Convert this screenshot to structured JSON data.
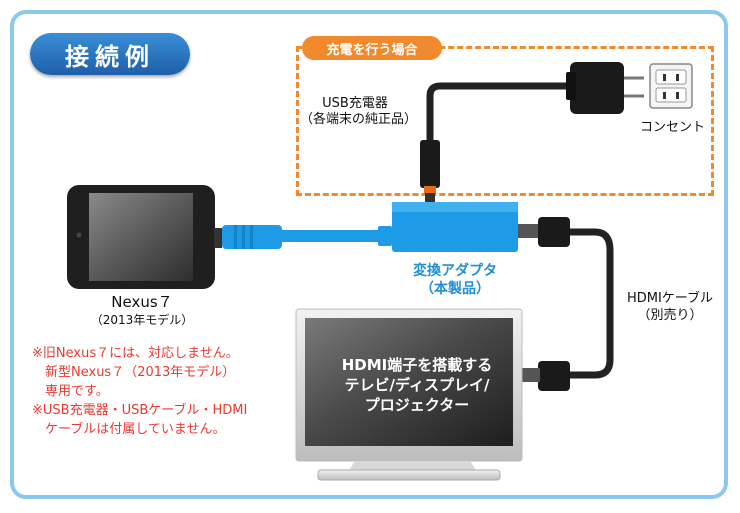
{
  "heading": "接続例",
  "charging": {
    "tag": "充電を行う場合",
    "charger_line1": "USB充電器",
    "charger_line2": "（各端末の純正品）",
    "outlet": "コンセント"
  },
  "tablet": {
    "name": "Nexus７",
    "model": "（2013年モデル）"
  },
  "adapter": {
    "line1": "変換アダプタ",
    "line2": "（本製品）"
  },
  "cable": {
    "line1": "HDMIケーブル",
    "line2": "（別売り）"
  },
  "tv": {
    "lines": [
      "HDMI端子を搭載する",
      "テレビ/ディスプレイ/",
      "プロジェクター"
    ]
  },
  "notes": [
    "※旧Nexus７には、対応しません。",
    "　新型Nexus７（2013年モデル）",
    "　専用です。",
    "※USB充電器・USBケーブル・HDMI",
    "　ケーブルは付属していません。"
  ],
  "colors": {
    "frame": "#8ac9ec",
    "heading_bg": "#1e5faa",
    "charging_accent": "#f08a2c",
    "adapter": "#1e9be6",
    "adapter_label": "#1f8fd6",
    "notes": "#e83a30"
  }
}
